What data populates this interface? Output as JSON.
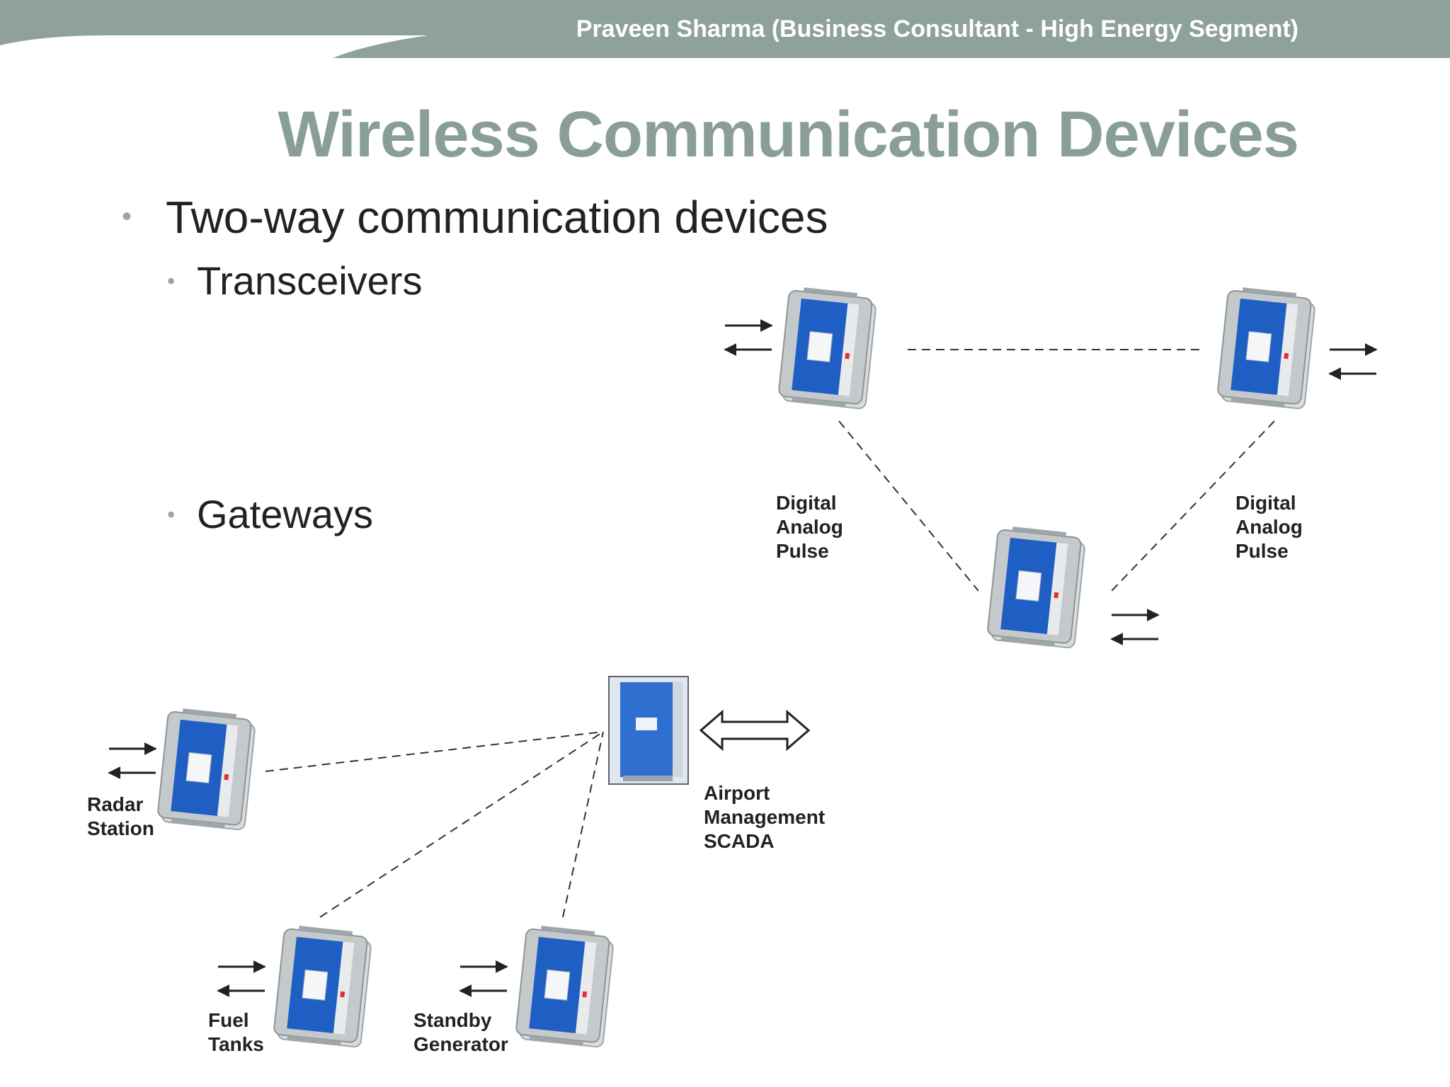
{
  "header": {
    "presenter": "Praveen Sharma (Business Consultant - High Energy Segment)",
    "band_color": "#8fa19b"
  },
  "slide": {
    "title": "Wireless Communication Devices",
    "title_color": "#8a9e98",
    "bullets": [
      {
        "text": "Two-way communication devices"
      },
      {
        "text": "Transceivers"
      },
      {
        "text": "Gateways"
      }
    ],
    "bullet_glyph": "•"
  },
  "transceiver_network": {
    "labels": {
      "left": [
        "Digital",
        "Analog",
        "Pulse"
      ],
      "right": [
        "Digital",
        "Analog",
        "Pulse"
      ]
    },
    "device_color": "#1f5fc4",
    "link_style": "dashed"
  },
  "gateway_network": {
    "gateway_label": [
      "Airport",
      "Management",
      "SCADA"
    ],
    "nodes": [
      {
        "lines": [
          "Radar",
          "Station"
        ]
      },
      {
        "lines": [
          "Fuel",
          "Tanks"
        ]
      },
      {
        "lines": [
          "Standby",
          "Generator"
        ]
      }
    ],
    "link_style": "dashed"
  },
  "icons": {
    "device": "transceiver-device-icon",
    "gateway": "gateway-device-icon",
    "arrows": "bidirectional-arrows-icon",
    "link": "double-headed-arrow-icon"
  }
}
